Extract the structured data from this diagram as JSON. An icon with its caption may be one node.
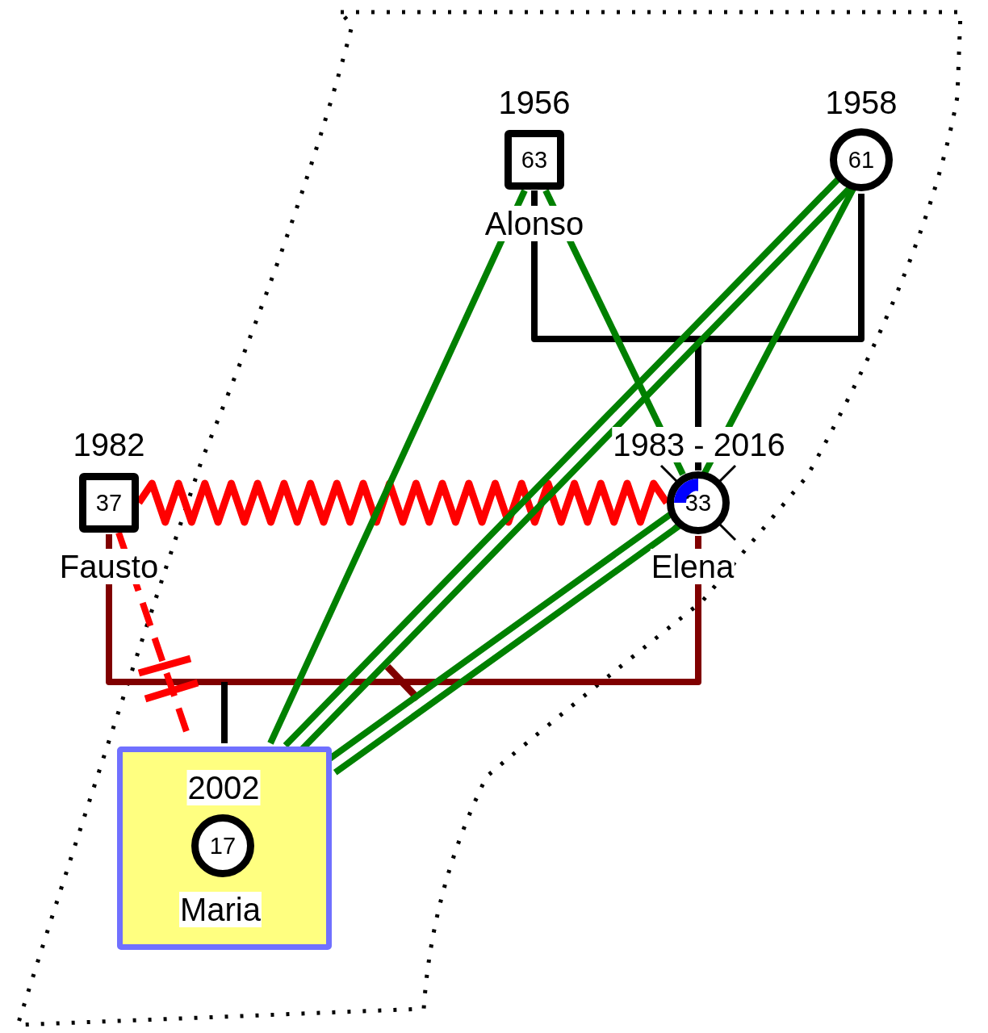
{
  "diagram": {
    "nodes": [
      {
        "text": [
          "63"
        ],
        "beside": [
          "1956",
          "Alonso"
        ]
      },
      {
        "text": [
          "61"
        ],
        "beside": [
          "1958"
        ]
      },
      {
        "text": [
          "37"
        ],
        "beside": [
          "1982",
          "Fausto"
        ]
      },
      {
        "text": [
          "33"
        ],
        "beside": [
          "1983 - 2016",
          "Elena"
        ]
      },
      {
        "text": [],
        "shape": "box"
      },
      {
        "text": [
          "17"
        ],
        "beside": [
          "2002",
          "Maria"
        ],
        "in": 4
      }
    ],
    "edges": [
      {
        "from": 0,
        "to": 1,
        "arrow": "none",
        "color": "#000000"
      },
      {
        "from": null,
        "to": 3,
        "arrow": "none",
        "color": "#000000"
      },
      {
        "from": 2,
        "to": 3,
        "arrow": "none",
        "color": "#800000"
      },
      {
        "from": null,
        "to": 4,
        "arrow": "none",
        "color": "#000000"
      },
      {
        "from": 2,
        "to": 3,
        "arrow": "none",
        "color": "#ff0000"
      },
      {
        "from": 2,
        "to": 4,
        "arrow": "none",
        "style": "dashed",
        "color": "#ff0000"
      },
      {
        "from": 0,
        "to": 4,
        "arrow": "none",
        "color": "#008000"
      },
      {
        "from": 0,
        "to": 3,
        "arrow": "none",
        "color": "#008000"
      },
      {
        "from": 1,
        "to": 4,
        "arrow": "none",
        "color": "#008000"
      },
      {
        "from": 1,
        "to": 3,
        "arrow": "none",
        "color": "#008000"
      },
      {
        "from": 3,
        "to": 4,
        "arrow": "none",
        "color": "#008000"
      }
    ]
  }
}
